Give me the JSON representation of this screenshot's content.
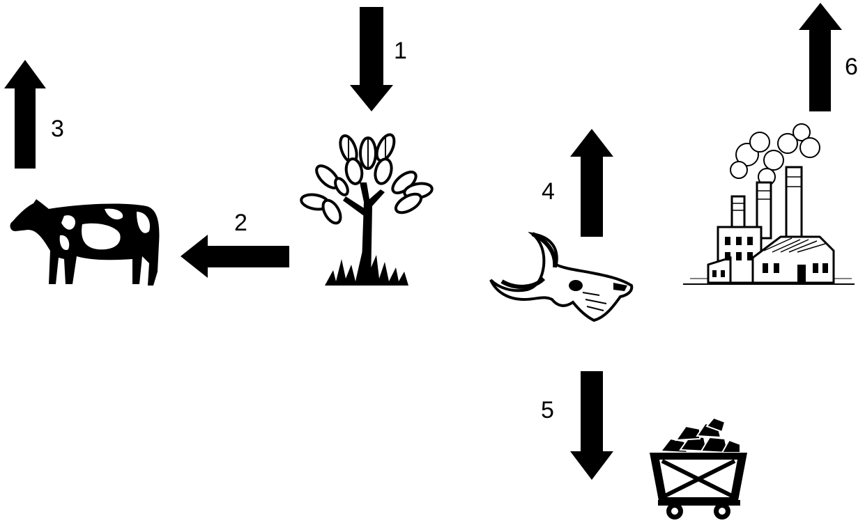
{
  "labels": {
    "step_1": "1",
    "step_2": "2",
    "step_3": "3",
    "step_4": "4",
    "step_5": "5",
    "step_6": "6"
  },
  "icons": {
    "cow": "cow-icon",
    "tree": "tree-icon",
    "skull": "animal-skull-icon",
    "factory": "factory-icon",
    "coal_cart": "coal-cart-icon"
  },
  "colors": {
    "foreground": "#000000",
    "background": "#ffffff"
  }
}
